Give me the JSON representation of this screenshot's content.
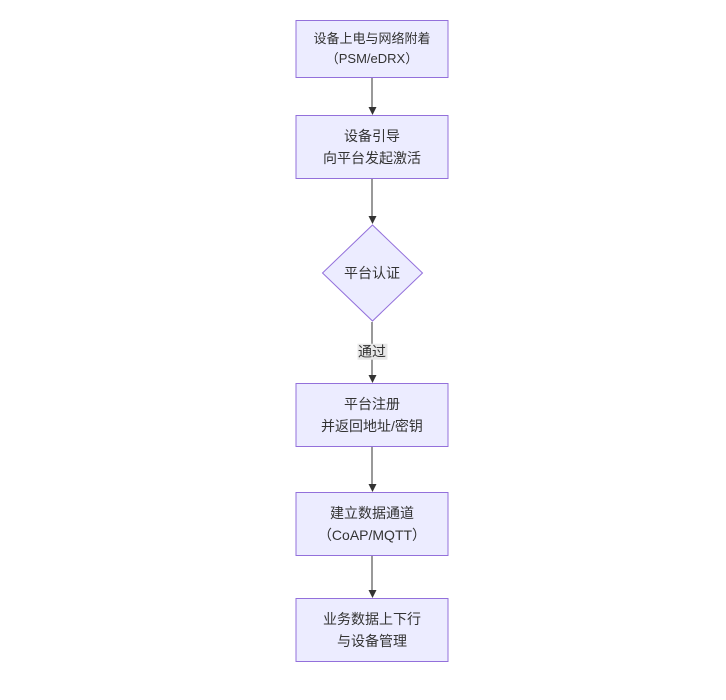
{
  "diagram": {
    "type": "flowchart",
    "direction": "top-down",
    "colors": {
      "node_fill": "#ECECFF",
      "node_border": "#9370DB",
      "edge_line": "#333333",
      "edge_label_bg": "#e8e8e8",
      "text": "#333333",
      "background": "#ffffff"
    },
    "nodes": [
      {
        "id": "power-attach",
        "shape": "rect",
        "lines": [
          "设备上电与网络附着",
          "（PSM/eDRX）"
        ]
      },
      {
        "id": "bootstrap",
        "shape": "rect",
        "lines": [
          "设备引导",
          "向平台发起激活"
        ]
      },
      {
        "id": "auth",
        "shape": "diamond",
        "lines": [
          "平台认证"
        ]
      },
      {
        "id": "register",
        "shape": "rect",
        "lines": [
          "平台注册",
          "并返回地址/密钥"
        ]
      },
      {
        "id": "channel",
        "shape": "rect",
        "lines": [
          "建立数据通道",
          "（CoAP/MQTT）"
        ]
      },
      {
        "id": "business",
        "shape": "rect",
        "lines": [
          "业务数据上下行",
          "与设备管理"
        ]
      }
    ],
    "edges": [
      {
        "from": "power-attach",
        "to": "bootstrap",
        "label": ""
      },
      {
        "from": "bootstrap",
        "to": "auth",
        "label": ""
      },
      {
        "from": "auth",
        "to": "register",
        "label": "通过"
      },
      {
        "from": "register",
        "to": "channel",
        "label": ""
      },
      {
        "from": "channel",
        "to": "business",
        "label": ""
      }
    ]
  }
}
